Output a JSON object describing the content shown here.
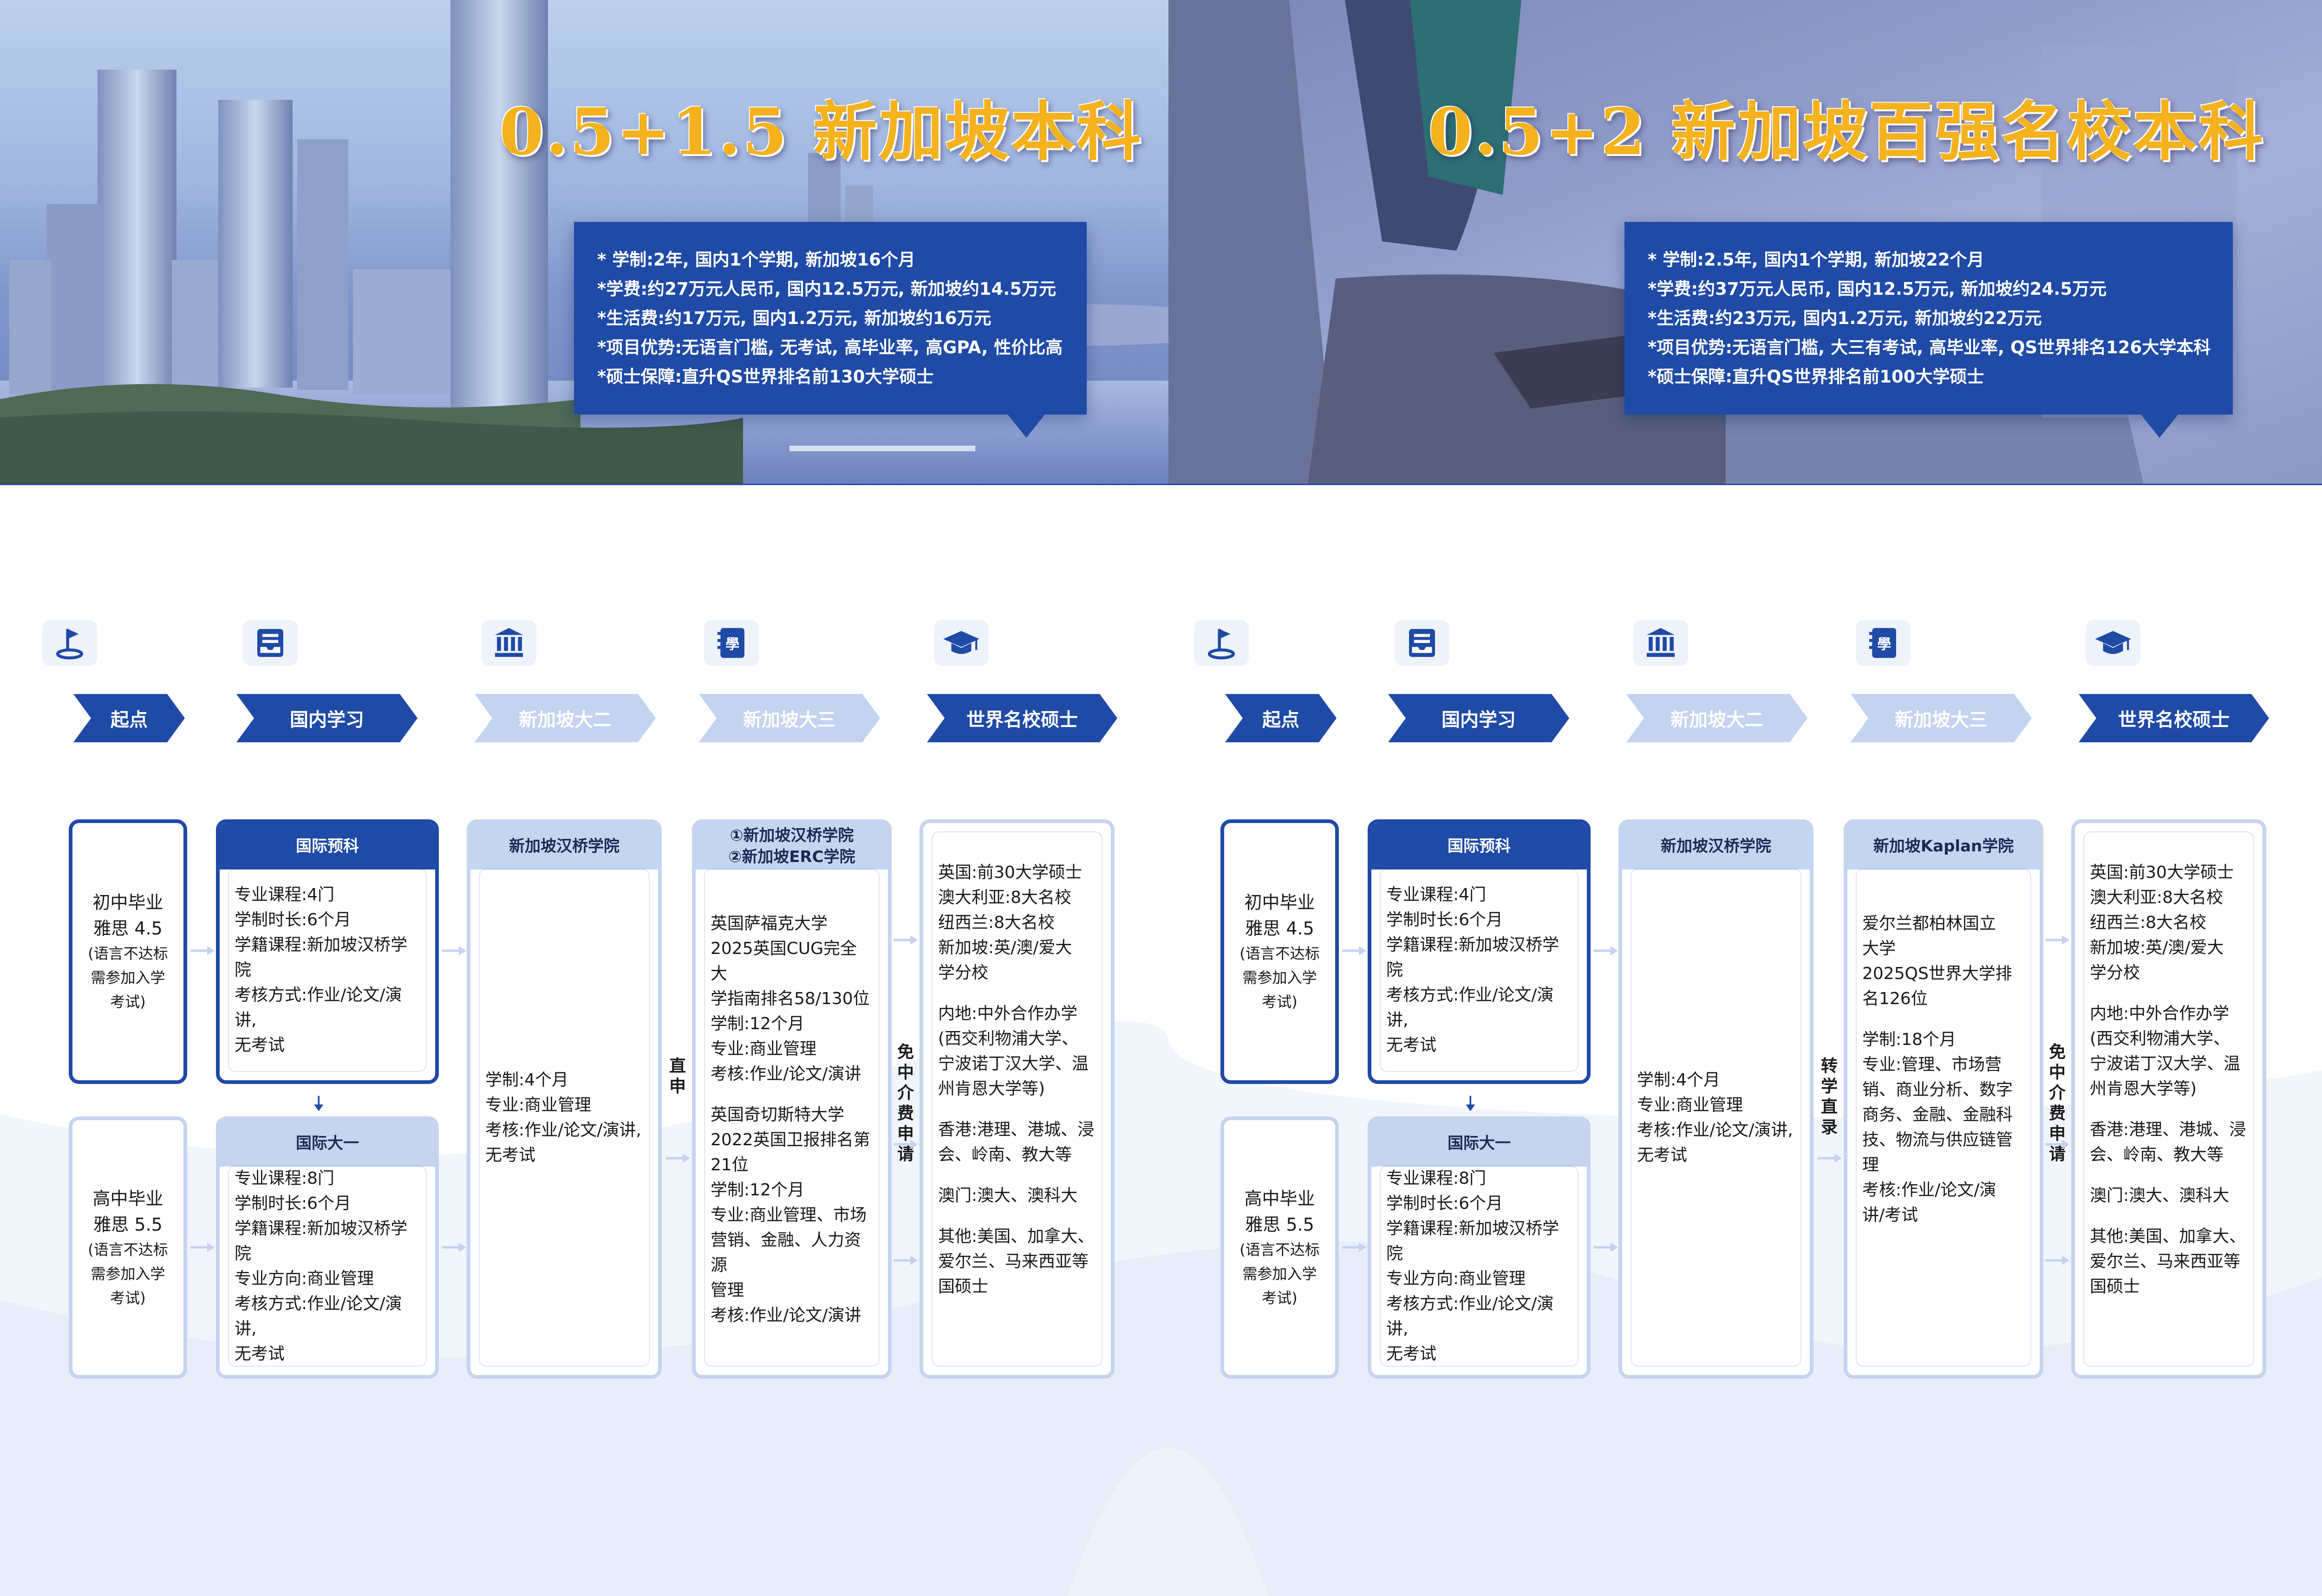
{
  "banner_left": {
    "title": "0.5+1.5 新加坡本科",
    "info": [
      "* 学制:2年, 国内1个学期, 新加坡16个月",
      "*学费:约27万元人民币, 国内12.5万元, 新加坡约14.5万元",
      "*生活费:约17万元, 国内1.2万元, 新加坡约16万元",
      "*项目优势:无语言门槛, 无考试, 高毕业率, 高GPA, 性价比高",
      "*硕士保障:直升QS世界排名前130大学硕士"
    ]
  },
  "banner_right": {
    "title": "0.5+2 新加坡百强名校本科",
    "info": [
      "* 学制:2.5年, 国内1个学期, 新加坡22个月",
      "*学费:约37万元人民币, 国内12.5万元, 新加坡约24.5万元",
      "*生活费:约23万元, 国内1.2万元, 新加坡约22万元",
      "*项目优势:无语言门槛, 大三有考试, 高毕业率, QS世界排名126大学本科",
      "*硕士保障:直升QS世界排名前100大学硕士"
    ]
  },
  "colors": {
    "brand_blue": "#1f4aa6",
    "light_blue": "#c5d5f0",
    "title_gold": "#f4b21f"
  },
  "left_flow": {
    "steps": [
      {
        "label": "起点",
        "icon": "flag-hole-icon"
      },
      {
        "label": "国内学习",
        "icon": "inbox-tray-icon"
      },
      {
        "label": "新加坡大二",
        "icon": "institution-building-icon"
      },
      {
        "label": "新加坡大三",
        "icon": "study-book-icon"
      },
      {
        "label": "世界名校硕士",
        "icon": "graduation-cap-icon"
      }
    ],
    "start_top": {
      "lines": [
        "初中毕业",
        "雅思 4.5"
      ],
      "note": [
        "(语言不达标",
        "需参加入学",
        "考试)"
      ]
    },
    "start_bottom": {
      "lines": [
        "高中毕业",
        "雅思 5.5"
      ],
      "note": [
        "(语言不达标",
        "需参加入学",
        "考试)"
      ]
    },
    "prep": {
      "title": "国际预科",
      "lines": [
        "专业课程:4门",
        "学制时长:6个月",
        "学籍课程:新加坡汉桥学院",
        "考核方式:作业/论文/演讲,",
        "无考试"
      ]
    },
    "year1": {
      "title": "国际大一",
      "lines": [
        "专业课程:8门",
        "学制时长:6个月",
        "学籍课程:新加坡汉桥学院",
        "专业方向:商业管理",
        "考核方式:作业/论文/演讲,",
        "无考试"
      ]
    },
    "year2": {
      "title": "新加坡汉桥学院",
      "lines": [
        "学制:4个月",
        "专业:商业管理",
        "考核:作业/论文/演讲,",
        "无考试"
      ]
    },
    "year2_note": "直申",
    "year3": {
      "title_lines": [
        "①新加坡汉桥学院",
        "②新加坡ERC学院"
      ],
      "block1": [
        "英国萨福克大学",
        "2025英国CUG完全大",
        "学指南排名58/130位",
        "学制:12个月",
        "专业:商业管理",
        "考核:作业/论文/演讲"
      ],
      "block2": [
        "英国奇切斯特大学",
        "2022英国卫报排名第",
        "21位",
        "学制:12个月",
        "专业:商业管理、市场",
        "营销、金融、人力资源",
        "管理",
        "考核:作业/论文/演讲"
      ]
    },
    "year3_note": "免中介费申请",
    "master": {
      "blocks": [
        [
          "英国:前30大学硕士",
          "澳大利亚:8大名校",
          "纽西兰:8大名校",
          "新加坡:英/澳/爱大",
          "学分校"
        ],
        [
          "内地:中外合作办学",
          "(西交利物浦大学、",
          "宁波诺丁汉大学、温",
          "州肯恩大学等)"
        ],
        [
          "香港:港理、港城、浸",
          "会、岭南、教大等"
        ],
        [
          "澳门:澳大、澳科大"
        ],
        [
          "其他:美国、加拿大、",
          "爱尔兰、马来西亚等",
          "国硕士"
        ]
      ]
    }
  },
  "right_flow": {
    "steps": [
      {
        "label": "起点",
        "icon": "flag-hole-icon"
      },
      {
        "label": "国内学习",
        "icon": "inbox-tray-icon"
      },
      {
        "label": "新加坡大二",
        "icon": "institution-building-icon"
      },
      {
        "label": "新加坡大三",
        "icon": "study-book-icon"
      },
      {
        "label": "世界名校硕士",
        "icon": "graduation-cap-icon"
      }
    ],
    "start_top": {
      "lines": [
        "初中毕业",
        "雅思 4.5"
      ],
      "note": [
        "(语言不达标",
        "需参加入学",
        "考试)"
      ]
    },
    "start_bottom": {
      "lines": [
        "高中毕业",
        "雅思 5.5"
      ],
      "note": [
        "(语言不达标",
        "需参加入学",
        "考试)"
      ]
    },
    "prep": {
      "title": "国际预科",
      "lines": [
        "专业课程:4门",
        "学制时长:6个月",
        "学籍课程:新加坡汉桥学院",
        "考核方式:作业/论文/演讲,",
        "无考试"
      ]
    },
    "year1": {
      "title": "国际大一",
      "lines": [
        "专业课程:8门",
        "学制时长:6个月",
        "学籍课程:新加坡汉桥学院",
        "专业方向:商业管理",
        "考核方式:作业/论文/演讲,",
        "无考试"
      ]
    },
    "year2": {
      "title": "新加坡汉桥学院",
      "lines": [
        "学制:4个月",
        "专业:商业管理",
        "考核:作业/论文/演讲,",
        "无考试"
      ]
    },
    "year2_note": "转学直录",
    "year3": {
      "title": "新加坡Kaplan学院",
      "block1": [
        "爱尔兰都柏林国立",
        "大学",
        "2025QS世界大学排",
        "名126位"
      ],
      "block2": [
        "学制:18个月",
        "专业:管理、市场营",
        "销、商业分析、数字",
        "商务、金融、金融科",
        "技、物流与供应链管",
        "理",
        "考核:作业/论文/演",
        "讲/考试"
      ]
    },
    "year3_note": "免中介费申请",
    "master": {
      "blocks": [
        [
          "英国:前30大学硕士",
          "澳大利亚:8大名校",
          "纽西兰:8大名校",
          "新加坡:英/澳/爱大",
          "学分校"
        ],
        [
          "内地:中外合作办学",
          "(西交利物浦大学、",
          "宁波诺丁汉大学、温",
          "州肯恩大学等)"
        ],
        [
          "香港:港理、港城、浸",
          "会、岭南、教大等"
        ],
        [
          "澳门:澳大、澳科大"
        ],
        [
          "其他:美国、加拿大、",
          "爱尔兰、马来西亚等",
          "国硕士"
        ]
      ]
    }
  }
}
